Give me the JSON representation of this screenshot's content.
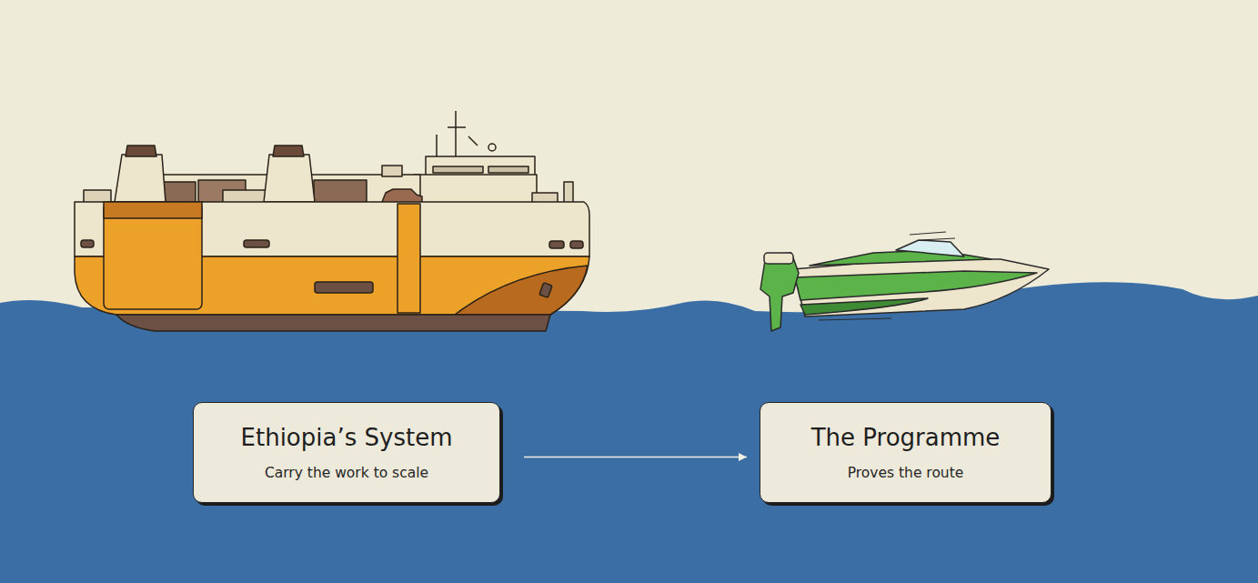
{
  "diagram": {
    "nodes": [
      {
        "text": [
          "Ethiopia’s System",
          "Carry the work to scale"
        ]
      },
      {
        "text": [
          "The Programme",
          "Proves the route"
        ]
      }
    ],
    "edges": [
      {
        "from": 0,
        "to": 1,
        "arrow": "to"
      }
    ]
  }
}
